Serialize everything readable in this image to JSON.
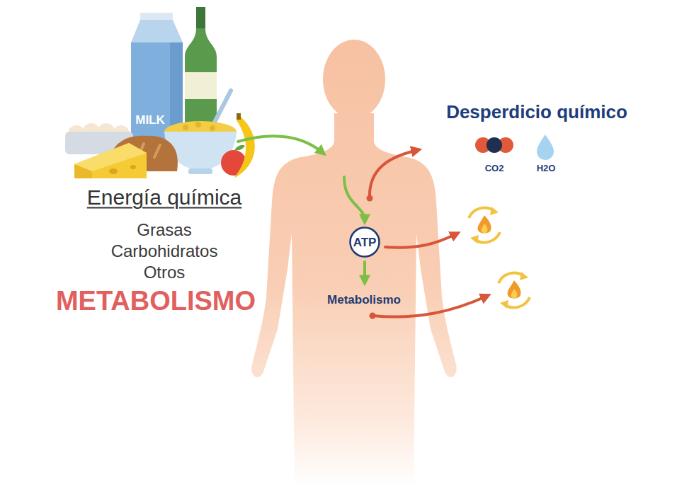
{
  "diagram": {
    "nodes": [
      {
        "text": [
          "ATP"
        ]
      }
    ],
    "labels": [
      "MILK",
      "Energía química",
      "Grasas",
      "Carbohidratos",
      "Otros",
      "METABOLISMO",
      "Metabolismo",
      "Desperdicio químico",
      "CO2",
      "H2O"
    ]
  }
}
